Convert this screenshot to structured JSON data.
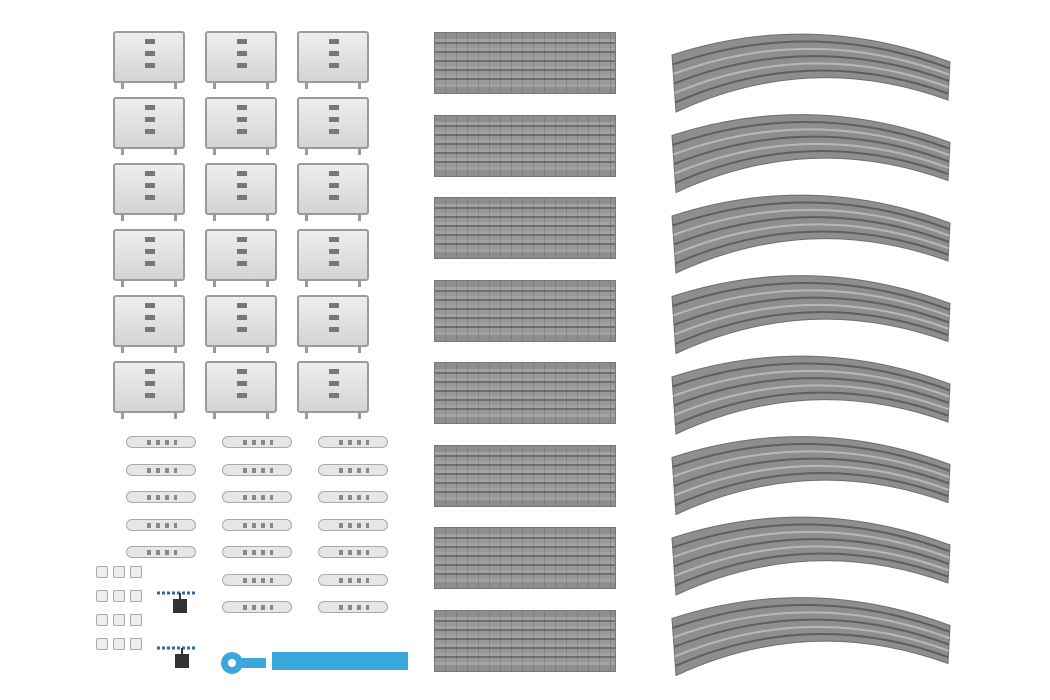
{
  "colors": {
    "track_gray": "#8e8e8e",
    "pier_light": "#e2e2e2",
    "accent_blue": "#3ba8dc"
  },
  "items": {
    "pier_columns": 3,
    "pier_rows": 6,
    "clip_rows_per_column": [
      5,
      7,
      7
    ],
    "straight_tracks": 8,
    "curved_tracks": 8,
    "small_parts": 12,
    "cables": 2
  }
}
